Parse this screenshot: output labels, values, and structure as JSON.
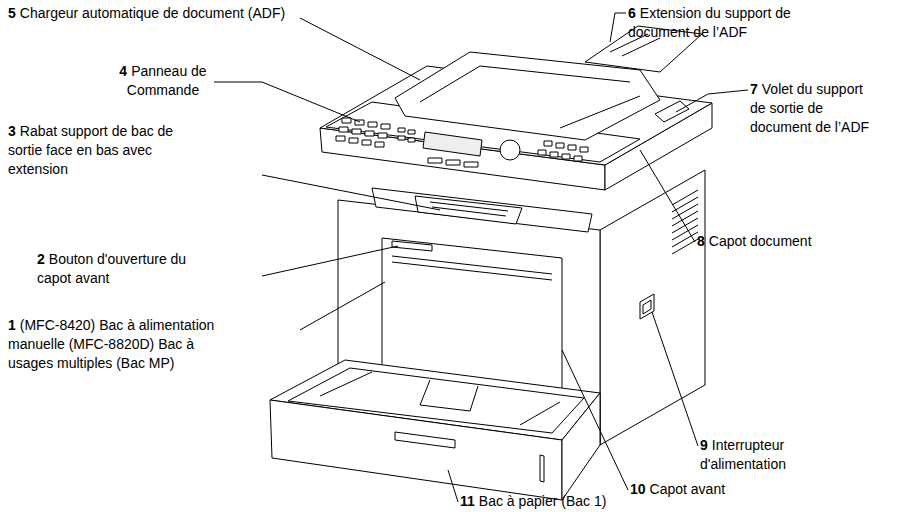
{
  "diagram": {
    "labels": [
      "5",
      "Chargeur automatique de document (ADF)",
      "6",
      "Extension du support de document de l’ADF",
      "4",
      "Panneau de Commande",
      "7",
      "Volet du support de sortie de document de l’ADF",
      "3",
      "Rabat support de bac de sortie face en bas avec extension",
      "8",
      "Capot document",
      "2",
      "Bouton d'ouverture du capot avant",
      "1",
      "(MFC-8420) Bac à alimentation manuelle (MFC-8820D) Bac à usages multiples (Bac MP)",
      "9",
      "Interrupteur d'alimentation",
      "10",
      "Capot avant",
      "11",
      "Bac à papier (Bac 1)"
    ]
  }
}
